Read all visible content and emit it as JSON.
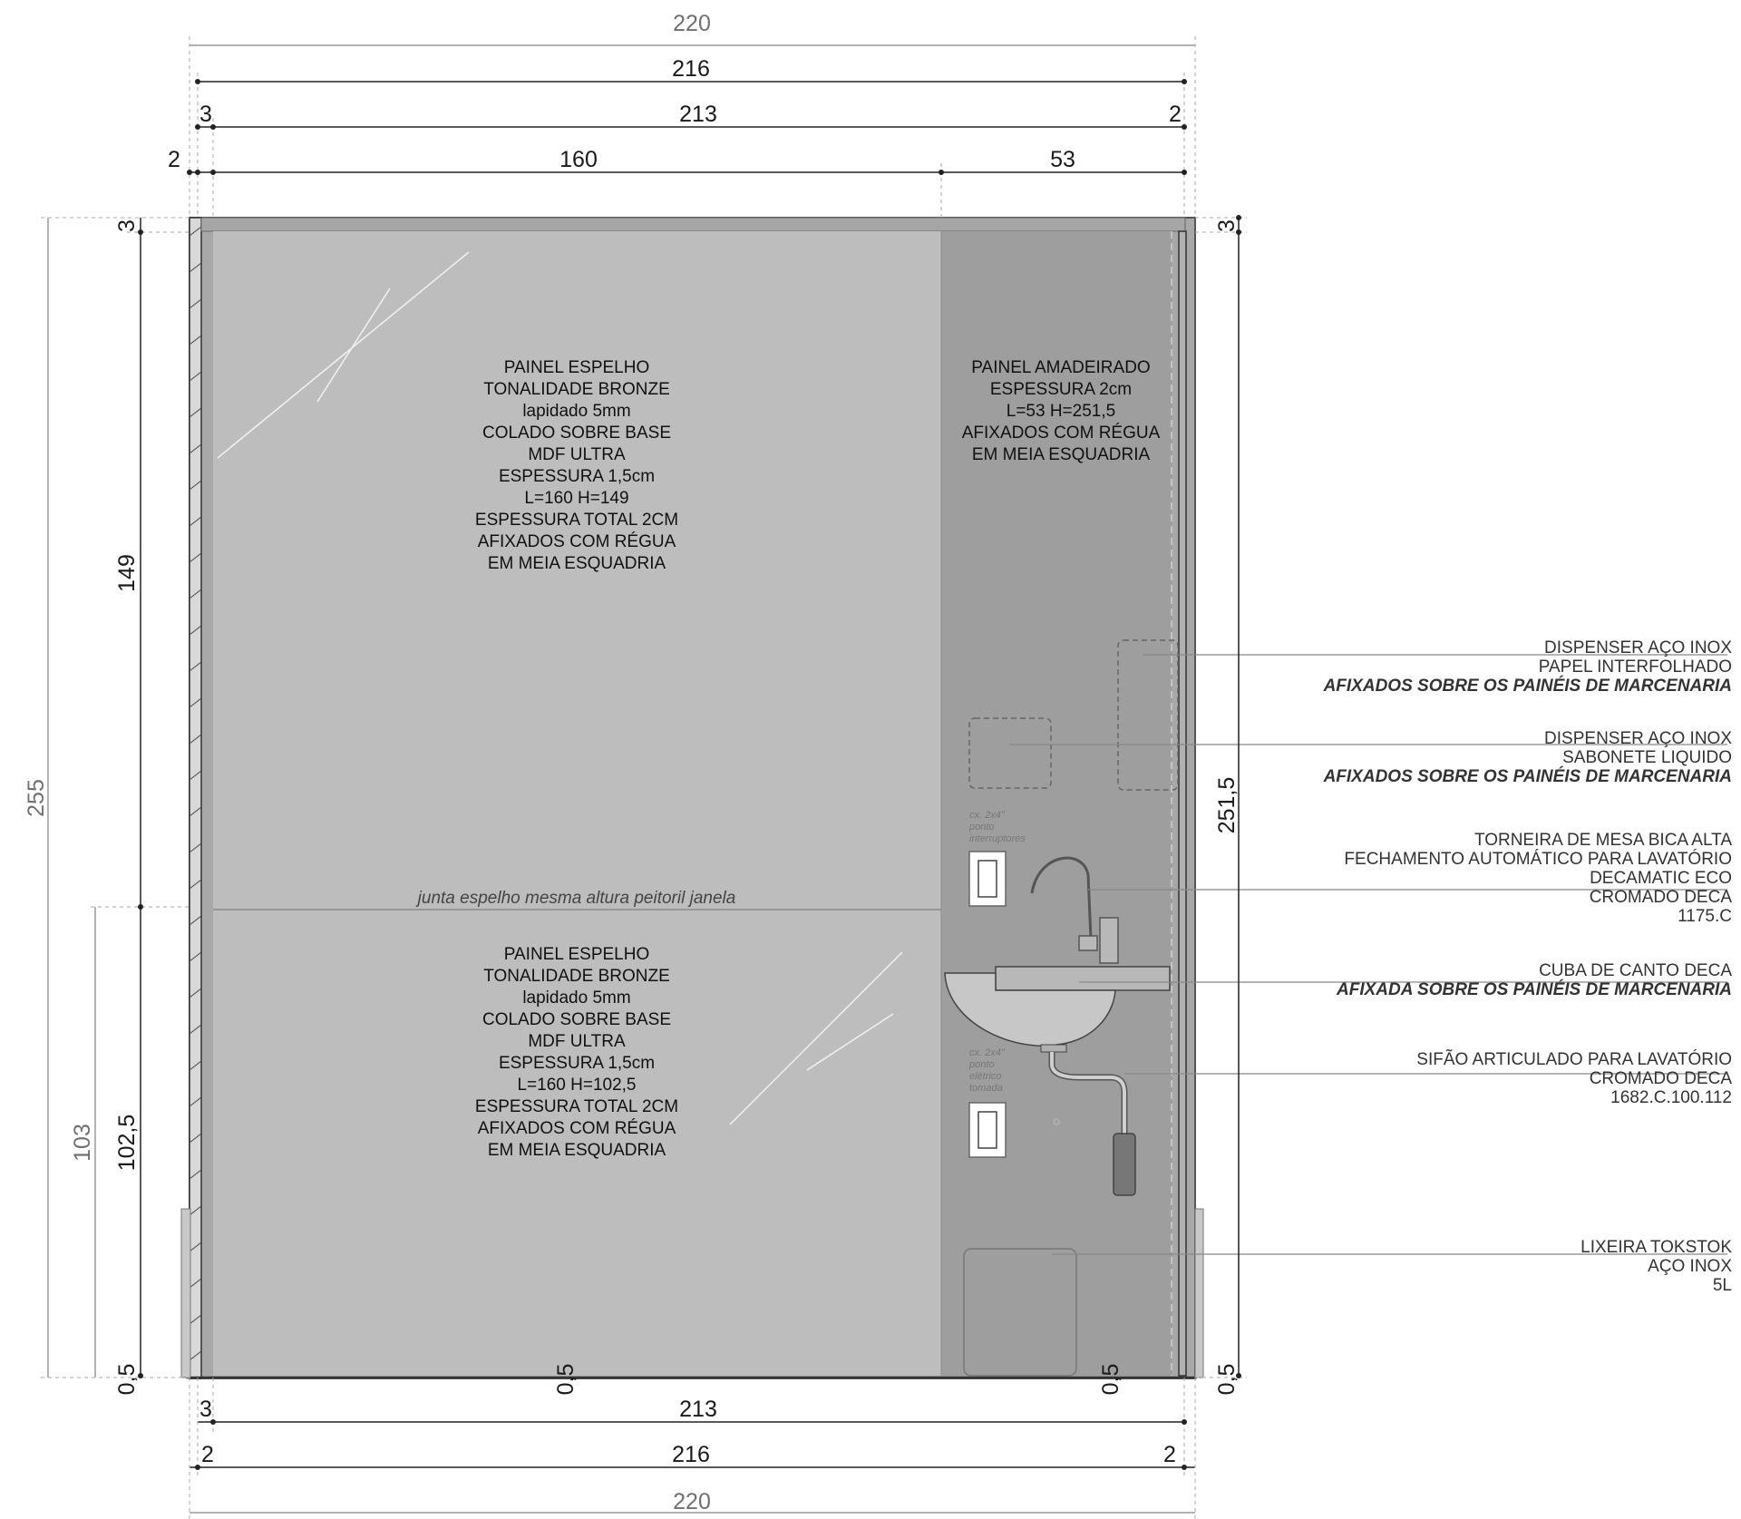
{
  "colors": {
    "mirror": "#bdbdbd",
    "wood": "#9e9e9e",
    "frame": "#a8a8a8",
    "ink": "#1a1a1a",
    "dim_grey": "#707070"
  },
  "dimensions": {
    "top": {
      "overall": "220",
      "inner": "216",
      "row3": {
        "left": "3",
        "mid": "213",
        "right": "2"
      },
      "row4": {
        "left": "2",
        "a": "160",
        "b": "53"
      }
    },
    "bottom": {
      "row1": {
        "left": "3",
        "mid": "213"
      },
      "row2": {
        "left": "2",
        "mid": "216",
        "right": "2"
      },
      "overall": "220"
    },
    "left": {
      "total": "255",
      "lower": "103",
      "upper_panel": "149",
      "lower_panel": "102,5",
      "top": "3",
      "base": "0,5"
    },
    "right": {
      "total": "251,5",
      "top": "3",
      "base": "0,5"
    },
    "inline_base": [
      "0,5",
      "0,5"
    ]
  },
  "panels": {
    "mirror_top": [
      "PAINEL  ESPELHO",
      "TONALIDADE BRONZE",
      "lapidado 5mm",
      "COLADO SOBRE BASE",
      "MDF ULTRA",
      "ESPESSURA 1,5cm",
      "L=160 H=149",
      "ESPESSURA TOTAL 2CM",
      "AFIXADOS COM RÉGUA",
      "EM MEIA ESQUADRIA"
    ],
    "mirror_bottom": [
      "PAINEL  ESPELHO",
      "TONALIDADE BRONZE",
      "lapidado 5mm",
      "COLADO SOBRE BASE",
      "MDF ULTRA",
      "ESPESSURA 1,5cm",
      "L=160 H=102,5",
      "ESPESSURA TOTAL 2CM",
      "AFIXADOS COM RÉGUA",
      "EM MEIA ESQUADRIA"
    ],
    "wood": [
      "PAINEL  AMADEIRADO",
      "ESPESSURA 2cm",
      "L=53 H=251,5",
      "AFIXADOS COM RÉGUA",
      "EM MEIA ESQUADRIA"
    ],
    "joint_label": "junta espelho mesma altura peitoril janela",
    "box_switch": [
      "cx. 2x4\"",
      "ponto",
      "interruptores"
    ],
    "box_outlet": [
      "cx. 2x4\"",
      "ponto",
      "elétrico",
      "tomada"
    ]
  },
  "callouts": [
    {
      "lines": [
        "DISPENSER AÇO INOX",
        "PAPEL INTERFOLHADO"
      ],
      "emphasis": "AFIXADOS SOBRE OS PAINÉIS DE MARCENARIA"
    },
    {
      "lines": [
        "DISPENSER AÇO INOX",
        "SABONETE LIQUIDO"
      ],
      "emphasis": "AFIXADOS SOBRE OS PAINÉIS DE MARCENARIA"
    },
    {
      "lines": [
        "TORNEIRA DE MESA BICA ALTA",
        "FECHAMENTO AUTOMÁTICO PARA LAVATÓRIO",
        "DECAMATIC ECO",
        "CROMADO DECA",
        "1175.C"
      ],
      "emphasis": ""
    },
    {
      "lines": [
        "CUBA DE CANTO DECA"
      ],
      "emphasis": "AFIXADA SOBRE OS PAINÉIS DE MARCENARIA"
    },
    {
      "lines": [
        "SIFÃO ARTICULADO PARA LAVATÓRIO",
        "CROMADO DECA",
        "1682.C.100.112"
      ],
      "emphasis": ""
    },
    {
      "lines": [
        "LIXEIRA  TOKSTOK",
        "AÇO INOX",
        "5L"
      ],
      "emphasis": ""
    }
  ]
}
